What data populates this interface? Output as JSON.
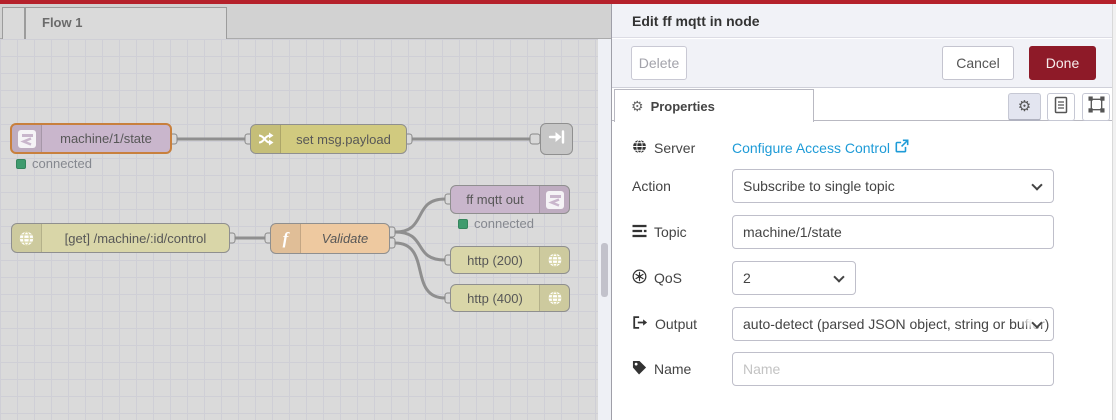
{
  "flow_editor": {
    "tab_label": "Flow 1",
    "nodes": {
      "mqtt_in": {
        "label": "machine/1/state",
        "status": "connected",
        "icon": "mqtt-icon"
      },
      "change": {
        "label": "set msg.payload",
        "icon": "shuffle-icon"
      },
      "link_out": {
        "icon": "link-out-icon"
      },
      "http_in": {
        "label": "[get] /machine/:id/control",
        "icon": "globe-icon"
      },
      "function": {
        "label": "Validate",
        "icon": "function-icon"
      },
      "mqtt_out": {
        "label": "ff mqtt out",
        "status": "connected",
        "icon": "mqtt-icon"
      },
      "http_response_200": {
        "label": "http (200)",
        "icon": "globe-icon"
      },
      "http_response_400": {
        "label": "http (400)",
        "icon": "globe-icon"
      }
    }
  },
  "edit_panel": {
    "title": "Edit ff mqtt in node",
    "buttons": {
      "delete": "Delete",
      "cancel": "Cancel",
      "done": "Done"
    },
    "tabs": {
      "properties": "Properties"
    },
    "form": {
      "server": {
        "label": "Server",
        "link_text": "Configure Access Control"
      },
      "action": {
        "label": "Action",
        "value": "Subscribe to single topic"
      },
      "topic": {
        "label": "Topic",
        "value": "machine/1/state"
      },
      "qos": {
        "label": "QoS",
        "value": "2"
      },
      "output": {
        "label": "Output",
        "value": "auto-detect (parsed JSON object, string or buffer)"
      },
      "name": {
        "label": "Name",
        "placeholder": "Name"
      }
    }
  },
  "colors": {
    "top_accent": "#b5212b",
    "done_button": "#8e1a28",
    "link_blue": "#1e9bd7",
    "status_green": "#3f9b6e",
    "node_mqtt": "#c9b6cc",
    "node_change": "#d1ca7f",
    "node_http": "#d9d6a8",
    "node_function": "#eec9a0",
    "selected_border": "#c8803d"
  }
}
